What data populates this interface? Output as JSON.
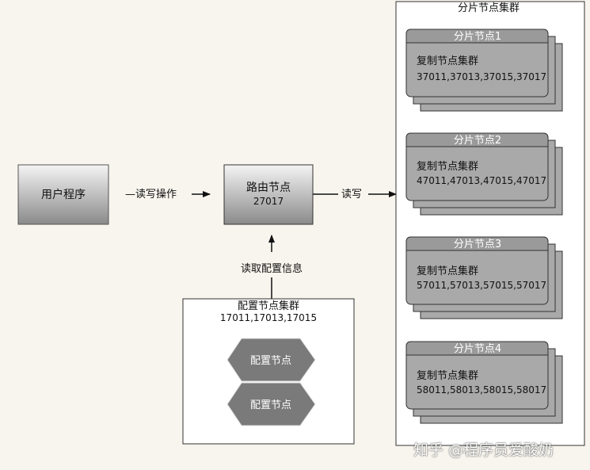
{
  "user_program": {
    "label": "用户程序"
  },
  "router": {
    "title": "路由节点",
    "port": "27017"
  },
  "edges": {
    "user_to_router": "—读写操作",
    "router_to_shards": "读写",
    "config_to_router": "读取配置信息"
  },
  "config_cluster": {
    "title": "配置节点集群",
    "ports": "17011,17013,17015",
    "nodes": [
      "配置节点",
      "配置节点"
    ]
  },
  "shard_cluster": {
    "title": "分片节点集群",
    "shards": [
      {
        "tab": "分片节点1",
        "title": "复制节点集群",
        "ports": "37011,37013,37015,37017"
      },
      {
        "tab": "分片节点2",
        "title": "复制节点集群",
        "ports": "47011,47013,47015,47017"
      },
      {
        "tab": "分片节点3",
        "title": "复制节点集群",
        "ports": "57011,57013,57015,57017"
      },
      {
        "tab": "分片节点4",
        "title": "复制节点集群",
        "ports": "58011,58013,58015,58017"
      }
    ]
  },
  "watermark": "知乎 @程序员爱酸奶",
  "colors": {
    "node_fill": "#a9a9a9",
    "tab_fill": "#9a9a9a",
    "hex_fill": "#7a7a7a",
    "stroke": "#333333"
  }
}
